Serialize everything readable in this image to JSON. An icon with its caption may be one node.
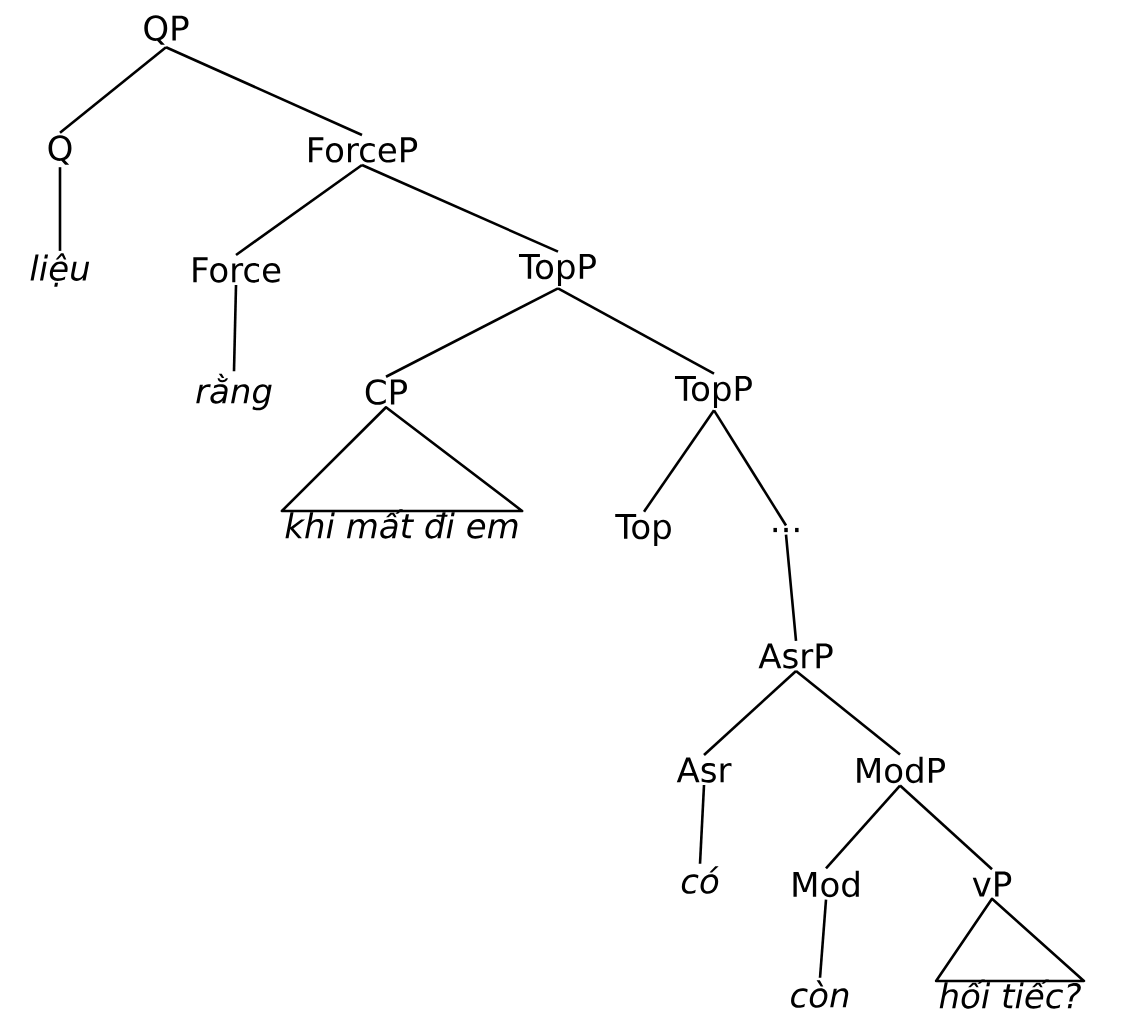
{
  "diagram": {
    "nodes": [
      {
        "text": [
          "QP"
        ]
      },
      {
        "text": [
          "Q"
        ]
      },
      {
        "text": [
          "ForceP"
        ]
      },
      {
        "text": [
          "liệu"
        ]
      },
      {
        "text": [
          "Force"
        ]
      },
      {
        "text": [
          "TopP"
        ]
      },
      {
        "text": [
          "rằng"
        ]
      },
      {
        "text": [
          "CP"
        ]
      },
      {
        "text": [
          "TopP"
        ]
      },
      {
        "text": [
          "khi mất đi em"
        ]
      },
      {
        "text": [
          "Top"
        ]
      },
      {
        "text": [
          "..."
        ]
      },
      {
        "text": [
          "AsrP"
        ]
      },
      {
        "text": [
          "Asr"
        ]
      },
      {
        "text": [
          "ModP"
        ]
      },
      {
        "text": [
          "có"
        ]
      },
      {
        "text": [
          "Mod"
        ]
      },
      {
        "text": [
          "vP"
        ]
      },
      {
        "text": [
          "còn"
        ]
      },
      {
        "text": [
          "hối tiếc?"
        ]
      }
    ],
    "edges": [
      {
        "from": 0,
        "to": 1,
        "arrow": "none"
      },
      {
        "from": 0,
        "to": 2,
        "arrow": "none"
      },
      {
        "from": 1,
        "to": 3,
        "arrow": "none"
      },
      {
        "from": 2,
        "to": 4,
        "arrow": "none"
      },
      {
        "from": 2,
        "to": 5,
        "arrow": "none"
      },
      {
        "from": 4,
        "to": 6,
        "arrow": "none"
      },
      {
        "from": 5,
        "to": 7,
        "arrow": "none"
      },
      {
        "from": 5,
        "to": 8,
        "arrow": "none"
      },
      {
        "from": 7,
        "to": 9,
        "arrow": "none"
      },
      {
        "from": 8,
        "to": 10,
        "arrow": "none"
      },
      {
        "from": 8,
        "to": 11,
        "arrow": "none"
      },
      {
        "from": 11,
        "to": 12,
        "arrow": "none"
      },
      {
        "from": 12,
        "to": 13,
        "arrow": "none"
      },
      {
        "from": 12,
        "to": 14,
        "arrow": "none"
      },
      {
        "from": 13,
        "to": 15,
        "arrow": "none"
      },
      {
        "from": 14,
        "to": 16,
        "arrow": "none"
      },
      {
        "from": 14,
        "to": 17,
        "arrow": "none"
      },
      {
        "from": 16,
        "to": 18,
        "arrow": "none"
      },
      {
        "from": 17,
        "to": 19,
        "arrow": "none"
      }
    ]
  }
}
